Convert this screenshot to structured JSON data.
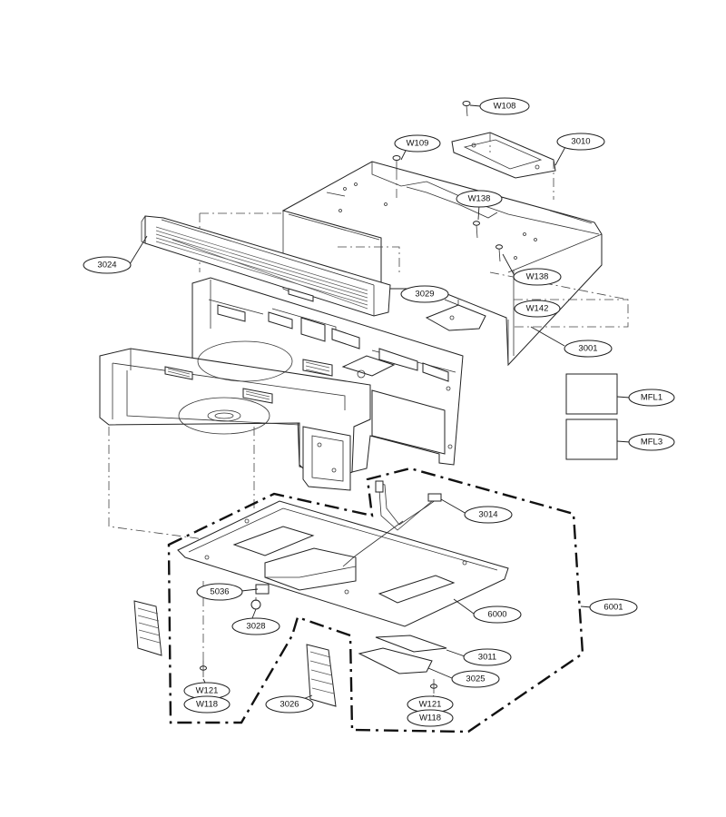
{
  "callouts": [
    {
      "id": "w108",
      "label": "W108"
    },
    {
      "id": "p3010",
      "label": "3010"
    },
    {
      "id": "w109",
      "label": "W109"
    },
    {
      "id": "w138a",
      "label": "W138"
    },
    {
      "id": "p3024",
      "label": "3024"
    },
    {
      "id": "w138b",
      "label": "W138"
    },
    {
      "id": "p3029",
      "label": "3029"
    },
    {
      "id": "w142",
      "label": "W142"
    },
    {
      "id": "p3001",
      "label": "3001"
    },
    {
      "id": "mfl1",
      "label": "MFL1"
    },
    {
      "id": "mfl3",
      "label": "MFL3"
    },
    {
      "id": "p3014",
      "label": "3014"
    },
    {
      "id": "p6001",
      "label": "6001"
    },
    {
      "id": "p5036",
      "label": "5036"
    },
    {
      "id": "p6000",
      "label": "6000"
    },
    {
      "id": "p3028",
      "label": "3028"
    },
    {
      "id": "p3011",
      "label": "3011"
    },
    {
      "id": "p3025",
      "label": "3025"
    },
    {
      "id": "w121a",
      "label": "W121"
    },
    {
      "id": "w118a",
      "label": "W118"
    },
    {
      "id": "p3026",
      "label": "3026"
    },
    {
      "id": "w121b",
      "label": "W121"
    },
    {
      "id": "w118b",
      "label": "W118"
    }
  ]
}
